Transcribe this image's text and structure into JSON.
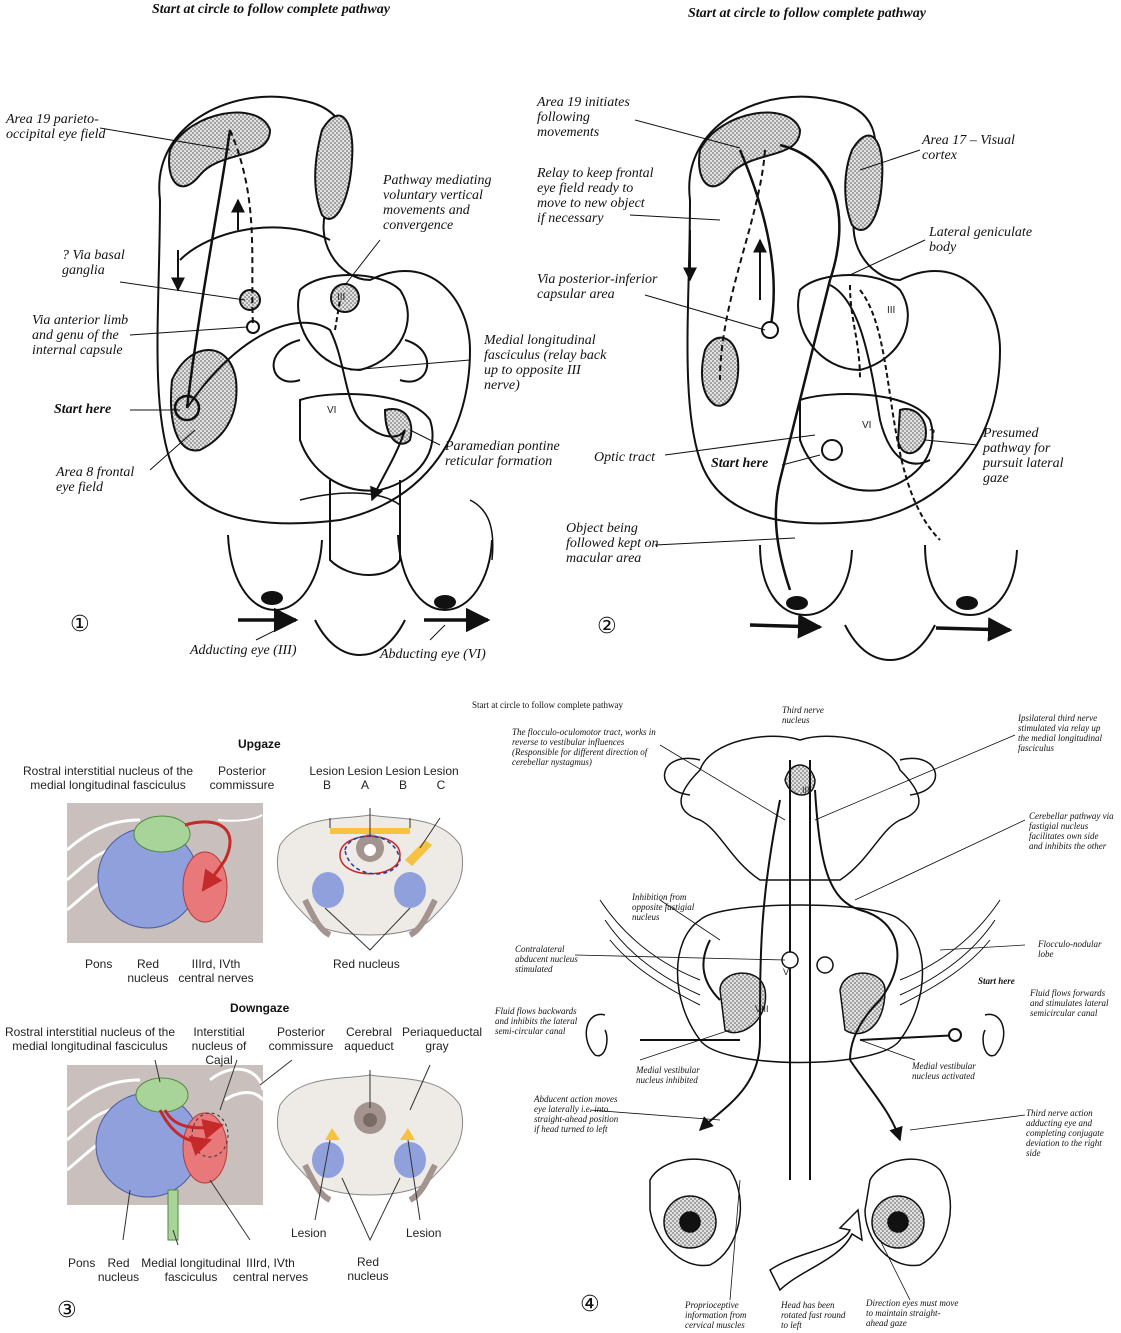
{
  "panel1": {
    "header": "Start at circle to follow complete pathway",
    "number": "①",
    "labels": {
      "area19": "Area 19 parieto-occipital eye field",
      "pathway": "Pathway mediating voluntary vertical movements and convergence",
      "basal": "? Via basal ganglia",
      "anterior_limb": "Via anterior limb and genu of the internal capsule",
      "mlf": "Medial longitudinal fasciculus (relay back up to opposite III nerve)",
      "start": "Start here",
      "pprf": "Paramedian pontine reticular formation",
      "area8": "Area 8 frontal eye field",
      "adducting": "Adducting eye (III)",
      "abducting": "Abducting eye (VI)",
      "nucleus_iii": "III",
      "nucleus_vi": "VI"
    }
  },
  "panel2": {
    "header": "Start at circle to follow complete pathway",
    "number": "②",
    "labels": {
      "area19": "Area 19 initiates following movements",
      "area17": "Area 17 – Visual cortex",
      "relay": "Relay to keep frontal eye field ready to move to new object if necessary",
      "lgb": "Lateral geniculate body",
      "posterior": "Via posterior-inferior capsular area",
      "presumed": "Presumed pathway for pursuit lateral gaze",
      "optic": "Optic tract",
      "start": "Start here",
      "object": "Object being followed kept on macular area",
      "nucleus_iii": "III",
      "nucleus_vi": "VI",
      "question": "?"
    }
  },
  "panel3": {
    "number": "③",
    "upgaze": {
      "title": "Upgaze",
      "rinmlf": "Rostral interstitial nucleus of the medial longitudinal fasciculus",
      "posterior_commissure": "Posterior commissure",
      "pons": "Pons",
      "red_nucleus": "Red nucleus",
      "cranial_nerves": "IIIrd, IVth central nerves",
      "lesions": [
        {
          "name": "Lesion",
          "letter": "B"
        },
        {
          "name": "Lesion",
          "letter": "A"
        },
        {
          "name": "Lesion",
          "letter": "B"
        },
        {
          "name": "Lesion",
          "letter": "C"
        }
      ],
      "red_nucleus_section": "Red nucleus"
    },
    "downgaze": {
      "title": "Downgaze",
      "rinmlf": "Rostral interstitial nucleus of the medial longitudinal fasciculus",
      "cajal": "Interstitial nucleus of Cajal",
      "posterior_commissure": "Posterior commissure",
      "aqueduct": "Cerebral aqueduct",
      "periaqueductal": "Periaqueductal gray",
      "pons": "Pons",
      "red_nucleus": "Red nucleus",
      "mlf": "Medial longitudinal fasciculus",
      "cranial_nerves": "IIIrd, IVth central nerves",
      "lesion_left": "Lesion",
      "lesion_right": "Lesion",
      "red_nucleus_section": "Red nucleus"
    },
    "colors": {
      "red_nucleus": "#8fa0dc",
      "rinmlf": "#a8d49a",
      "nerves": "#e8787a",
      "lesion": "#f5c242",
      "tissue": "#c9c0bd"
    }
  },
  "panel4": {
    "header": "Start at circle to follow complete pathway",
    "number": "④",
    "labels": {
      "third_nucleus": "Third nerve nucleus",
      "flocculo_tract": "The flocculo-oculomotor tract, works in reverse to vestibular influences (Responsible for different direction of cerebellar nystagmus)",
      "ipsilateral": "Ipsilateral third nerve stimulated via relay up the medial longitudinal fasciculus",
      "cerebellar": "Cerebellar pathway via fastigial nucleus facilitates own side and inhibits the other",
      "inhibition": "Inhibition from opposite fastigial nucleus",
      "flocculo_lobe": "Flocculo-nodular lobe",
      "contralateral": "Contralateral abducent nucleus stimulated",
      "start": "Start here",
      "fluid_back": "Fluid flows backwards and inhibits the lateral semi-circular canal",
      "fluid_fwd": "Fluid flows forwards and stimulates lateral semicircular canal",
      "mvn_inhibited": "Medial vestibular nucleus inhibited",
      "mvn_activated": "Medial vestibular nucleus activated",
      "abducent": "Abducent action moves eye laterally i.e. into straight-ahead position if head turned to left",
      "third_action": "Third nerve action adducting eye and completing conjugate deviation to the right side",
      "proprio": "Proprioceptive information from cervical muscles",
      "head": "Head has been rotated fast round to left",
      "direction": "Direction eyes must move to maintain straight-ahead gaze",
      "nucleus_iii": "III",
      "nucleus_vi": "VI",
      "nucleus_viii": "VIII"
    }
  }
}
